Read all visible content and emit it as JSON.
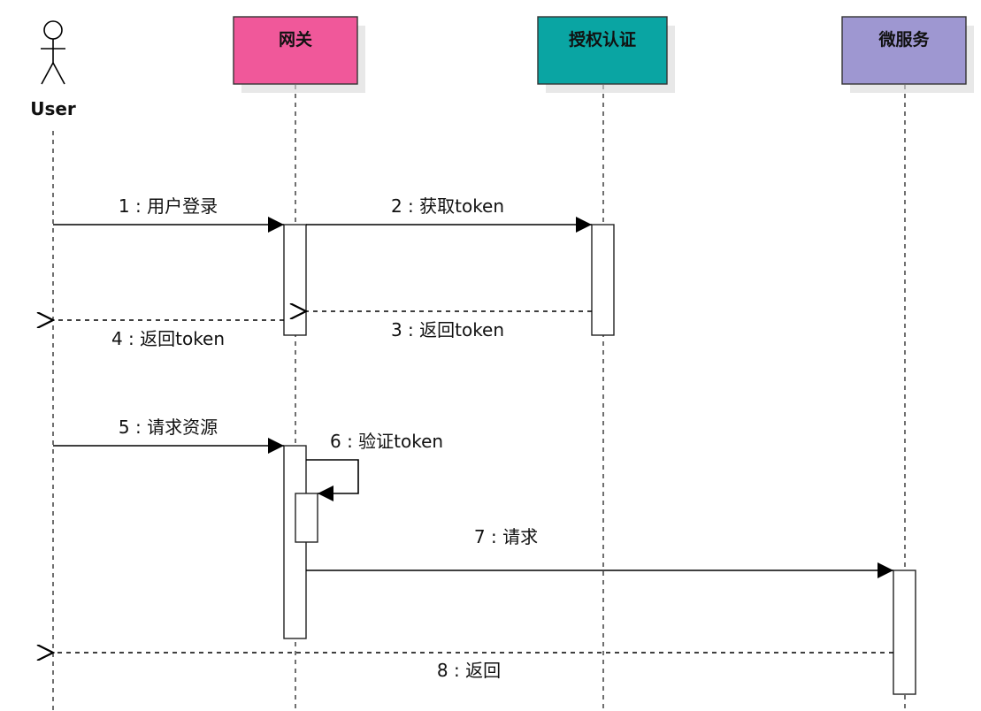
{
  "actor": {
    "label": "User"
  },
  "participants": [
    {
      "label": "网关",
      "color": "#f0589a"
    },
    {
      "label": "授权认证",
      "color": "#0aa5a3"
    },
    {
      "label": "微服务",
      "color": "#9e97d1"
    }
  ],
  "messages": [
    {
      "label": "1 : 用户登录",
      "kind": "sync"
    },
    {
      "label": "2 : 获取token",
      "kind": "sync"
    },
    {
      "label": "3 : 返回token",
      "kind": "return"
    },
    {
      "label": "4 : 返回token",
      "kind": "return"
    },
    {
      "label": "5 : 请求资源",
      "kind": "sync"
    },
    {
      "label": "6 : 验证token",
      "kind": "self"
    },
    {
      "label": "7 : 请求",
      "kind": "sync"
    },
    {
      "label": "8 : 返回",
      "kind": "return"
    }
  ]
}
